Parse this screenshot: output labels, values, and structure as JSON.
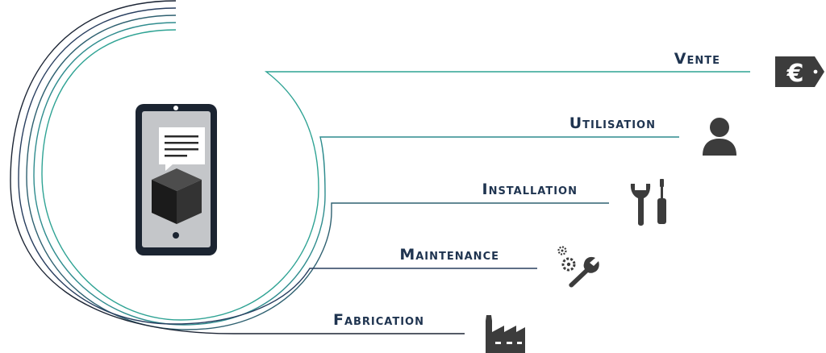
{
  "stages": [
    {
      "id": "vente",
      "label": "Vente",
      "icon": "euro-tag-icon",
      "line_color": "#2fa394"
    },
    {
      "id": "utilisation",
      "label": "Utilisation",
      "icon": "user-icon",
      "line_color": "#2f8c8e"
    },
    {
      "id": "installation",
      "label": "Installation",
      "icon": "tools-icon",
      "line_color": "#2e6070"
    },
    {
      "id": "maintenance",
      "label": "Maintenance",
      "icon": "gear-wrench-icon",
      "line_color": "#283e5f"
    },
    {
      "id": "fabrication",
      "label": "Fabrication",
      "icon": "factory-icon",
      "line_color": "#1c2535"
    }
  ],
  "colors": {
    "label": "#1f3450",
    "icon": "#3c3c3c",
    "phone_frame": "#1b2431",
    "phone_screen": "#c4c6c9"
  }
}
